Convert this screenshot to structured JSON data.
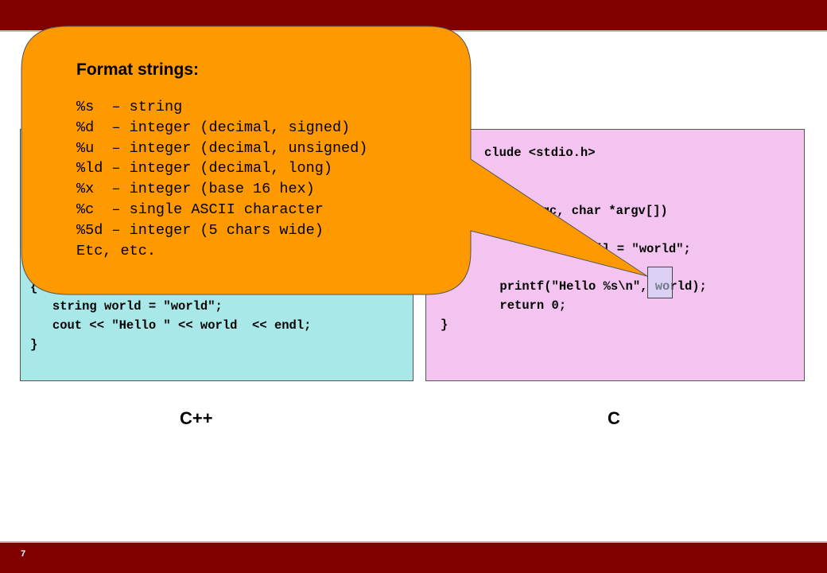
{
  "slide": {
    "page_number": "7"
  },
  "cpp": {
    "label": "C++",
    "visible_lines": [
      "{",
      "   string world = \"world\";",
      "   cout << \"Hello \" << world  << endl;",
      "}"
    ]
  },
  "c": {
    "label": "C",
    "visible_lines": [
      "clude <stdio.h>",
      "argc, char *argv[])",
      "rld[] = \"world\";",
      "        printf(\"Hello %s\\n\", world);",
      "        return 0;",
      "}"
    ]
  },
  "callout": {
    "title": "Format strings:",
    "items": [
      "%s  – string",
      "%d  – integer (decimal, signed)",
      "%u  – integer (decimal, unsigned)",
      "%ld – integer (decimal, long)",
      "%x  – integer (base 16 hex)",
      "%c  – single ASCII character",
      "%5d – integer (5 chars wide)",
      "Etc, etc."
    ],
    "fill_color": "#ff9900"
  },
  "colors": {
    "header_bar": "#800000",
    "cpp_box": "#a8e8e8",
    "c_box": "#f4c4f0"
  }
}
